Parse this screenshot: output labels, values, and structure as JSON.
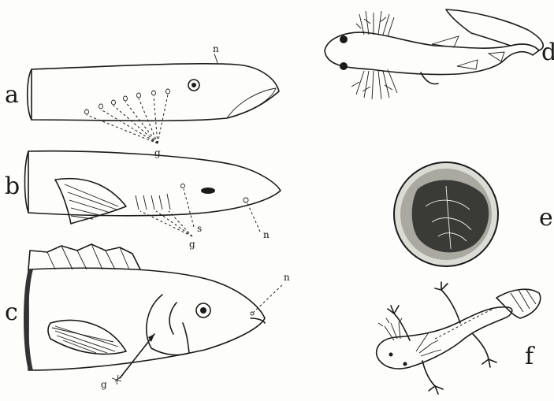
{
  "figure": {
    "panels": [
      {
        "id": "a",
        "label": "a"
      },
      {
        "id": "b",
        "label": "b"
      },
      {
        "id": "c",
        "label": "c"
      },
      {
        "id": "d",
        "label": "d"
      },
      {
        "id": "e",
        "label": "e"
      },
      {
        "id": "f",
        "label": "f"
      }
    ],
    "callouts": {
      "a_n": "n",
      "a_g": "g",
      "b_g": "g",
      "b_s": "s",
      "b_n": "n",
      "c_n": "n",
      "c_g": "g"
    }
  }
}
